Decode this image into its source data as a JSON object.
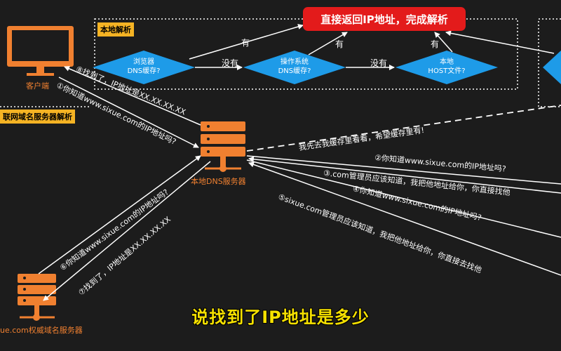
{
  "colors": {
    "orange": "#f08030",
    "blue": "#1e9be8",
    "red": "#e31b1b",
    "yellow": "#f6e100",
    "tag": "#f5b324"
  },
  "local_section": {
    "tag": "本地解析",
    "result": "直接返回IP地址，完成解析",
    "diamond_browser": [
      "浏览器",
      "DNS缓存?"
    ],
    "diamond_os": [
      "操作系统",
      "DNS缓存?"
    ],
    "diamond_host": [
      "本地",
      "HOST文件?"
    ],
    "no_1": "没有",
    "no_2": "没有",
    "yes_1": "有",
    "yes_2": "有",
    "yes_3": "有"
  },
  "internet_section": {
    "tag": "联网域名服务器解析"
  },
  "client": {
    "label": "客户端"
  },
  "local_dns": {
    "label": "本地DNS服务器"
  },
  "auth_dns": {
    "label": "ue.com权威域名服务器"
  },
  "messages": {
    "m8": "⑧找到了，IP地址是XX.XX.XX.XX",
    "m1": "①你知道www.sixue.com的IP地址吗?",
    "cache": "我先去我缓存里看看，希望缓存里有!",
    "m2": "②你知道www.sixue.com的IP地址吗?",
    "m3": "③.com管理员应该知道，我把他地址给你，你直接找他",
    "m4": "④你知道www.sixue.com的IP地址吗?",
    "m5": "⑤sixue.com管理员应该知道，我把他地址给你，你直接去找他",
    "m6": "⑥你知道www.sixue.com的IP地址吗?",
    "m7": "⑦找到了，IP地址是XX.XX.XX.XX"
  },
  "subtitle": "说找到了IP地址是多少"
}
